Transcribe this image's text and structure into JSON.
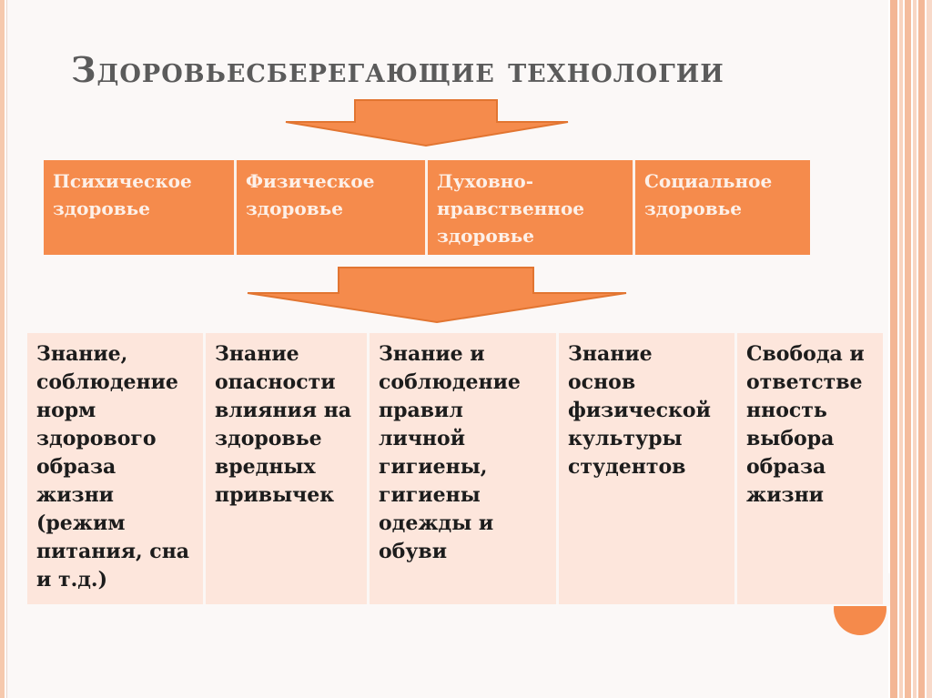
{
  "title": "Здоровьесберегающие технологии",
  "colors": {
    "accent": "#f58b4c",
    "light_cell": "#fde6dc",
    "title_text": "#5b5b5b"
  },
  "health_types": [
    "Психическое здоровье",
    "Физическое здоровье",
    "Духовно-нравственное здоровье",
    "Социальное здоровье"
  ],
  "components": [
    "Знание, соблюдение норм здорового образа жизни (режим питания, сна и т.д.)",
    "Знание опасности влияния на здоровье вредных привычек",
    "Знание и соблюдение правил личной гигиены, гигиены одежды и обуви",
    "Знание основ физической культуры студентов",
    "Свобода и ответстве нность выбора образа жизни"
  ]
}
